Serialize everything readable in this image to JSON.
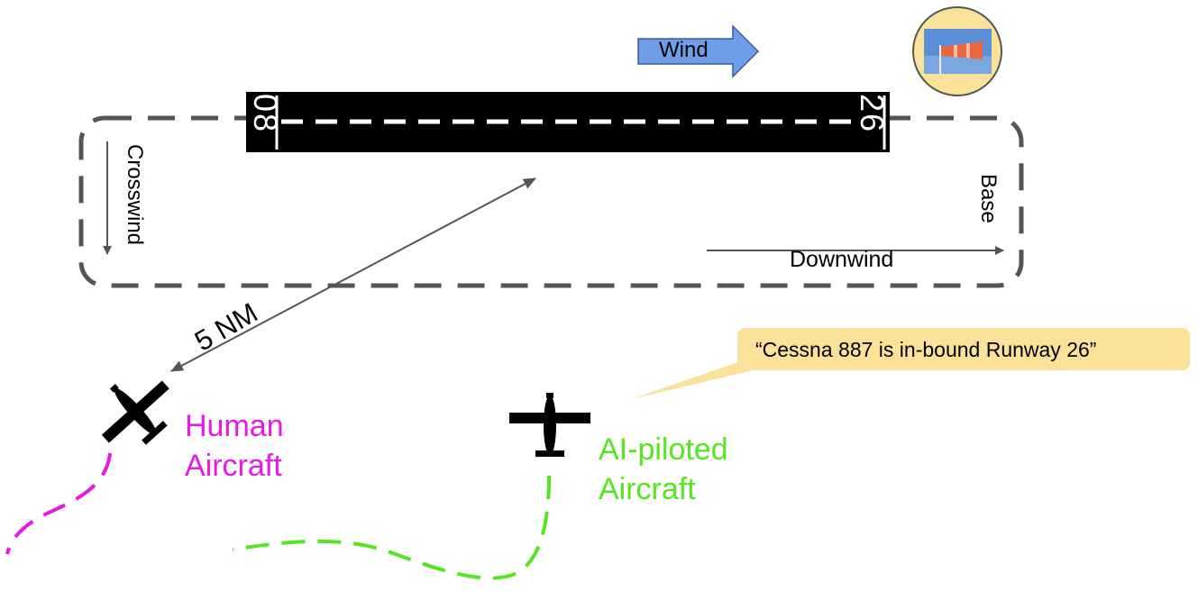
{
  "diagram": {
    "wind_label": "Wind",
    "runway": {
      "left_number": "08",
      "right_number": "26"
    },
    "pattern_legs": {
      "crosswind": "Crosswind",
      "downwind": "Downwind",
      "base": "Base"
    },
    "distance_label": "5 NM",
    "human_aircraft_label": "Human Aircraft",
    "ai_aircraft_label": "AI-piloted Aircraft",
    "radio_call": "“Cessna 887 is in-bound Runway 26”",
    "colors": {
      "human": "#e619e6",
      "ai": "#55e61f",
      "wind_arrow": "#6e9ee8",
      "bubble": "#fbe29a",
      "pattern": "#555555"
    },
    "icons": [
      "windsock-icon",
      "airplane-icon"
    ]
  }
}
